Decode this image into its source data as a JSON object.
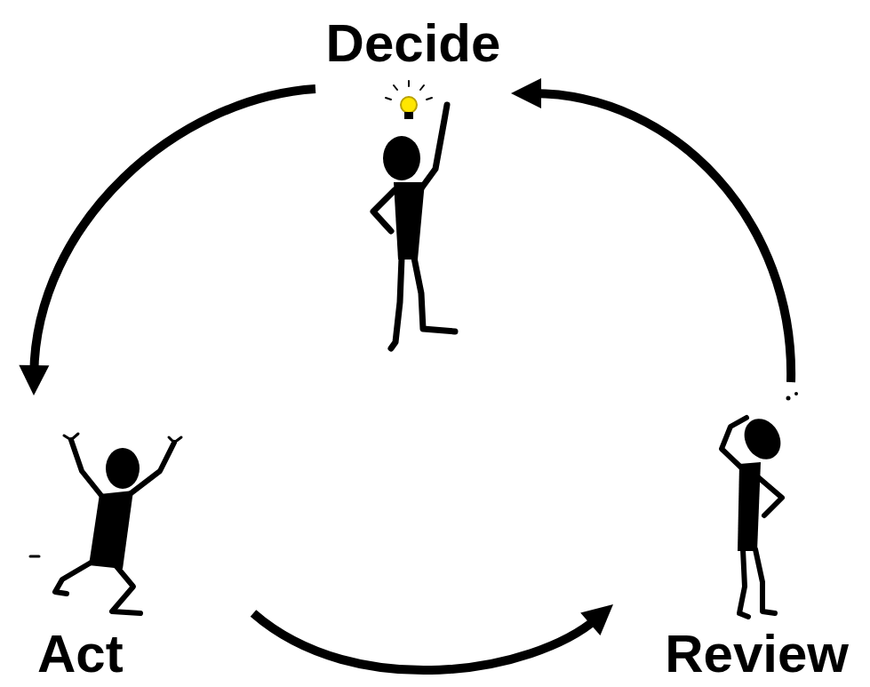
{
  "diagram": {
    "nodes": [
      {
        "text": [
          "Decide"
        ]
      },
      {
        "text": [
          "Act"
        ]
      },
      {
        "text": [
          "Review"
        ]
      }
    ],
    "edges": [
      {
        "from": 0,
        "to": 1,
        "arrow": "to"
      },
      {
        "from": 1,
        "to": 2,
        "arrow": "to"
      },
      {
        "from": 2,
        "to": 0,
        "arrow": "to"
      }
    ]
  }
}
